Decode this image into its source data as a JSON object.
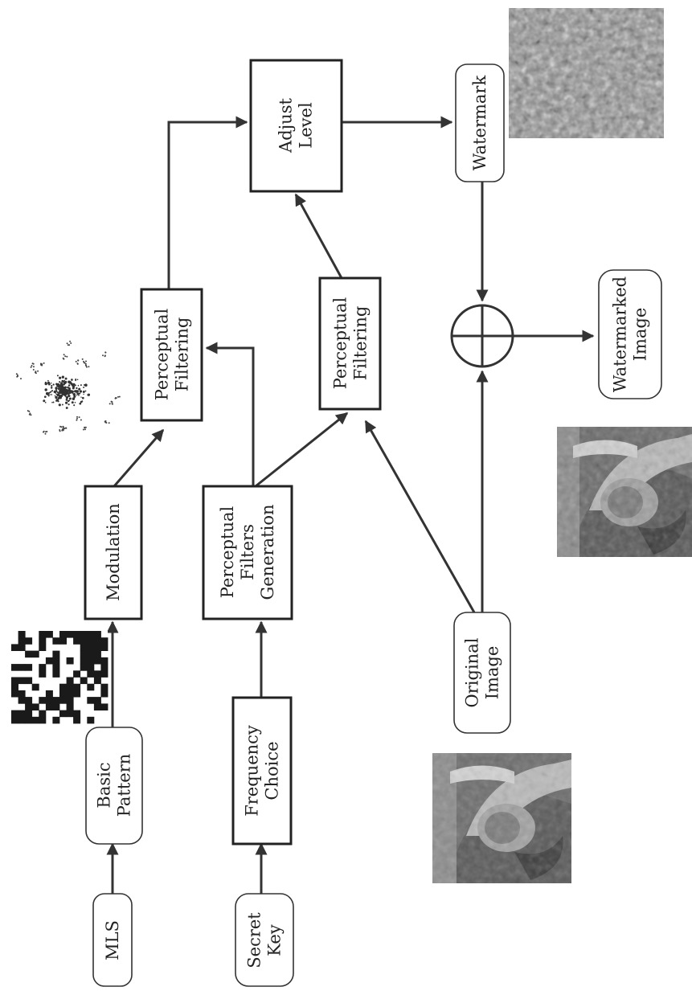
{
  "nodes": {
    "mls": [
      "MLS"
    ],
    "basic_pattern": [
      "Basic",
      "Pattern"
    ],
    "modulation": [
      "Modulation"
    ],
    "secret_key": [
      "Secret",
      "Key"
    ],
    "frequency_choice": [
      "Frequency",
      "Choice"
    ],
    "filters_generation": [
      "Perceptual",
      "Filters",
      "Generation"
    ],
    "perceptual_filtering_top": [
      "Perceptual",
      "Filtering"
    ],
    "perceptual_filtering_mid": [
      "Perceptual",
      "Filtering"
    ],
    "adjust_level": [
      "Adjust",
      "Level"
    ],
    "watermark": [
      "Watermark"
    ],
    "original_image": [
      "Original",
      "Image"
    ],
    "watermarked_image": [
      "Watermarked",
      "Image"
    ]
  },
  "sum_symbol": "plus-circle",
  "thumbnails": [
    "binary-pattern-image",
    "modulated-spectrum-image",
    "watermark-noise-image",
    "original-photo-image",
    "watermarked-photo-image"
  ],
  "colors": {
    "ink": "#222222",
    "background": "#ffffff"
  }
}
